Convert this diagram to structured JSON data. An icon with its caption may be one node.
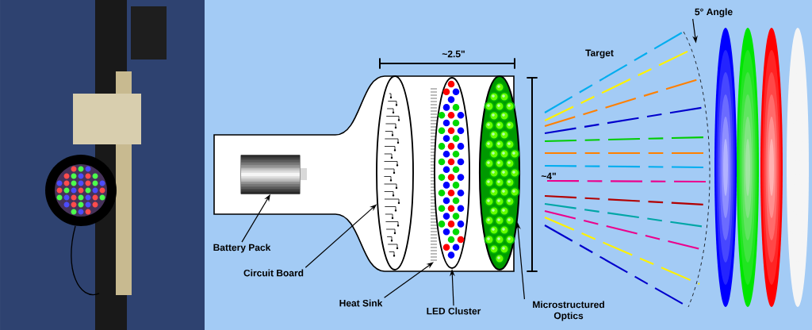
{
  "diagram": {
    "nodes": [
      {
        "text": [
          "Battery Pack"
        ]
      },
      {
        "text": [],
        "shape": "cylinder"
      },
      {
        "text": [
          "Circuit Board"
        ]
      },
      {
        "text": [],
        "shape": "picture"
      },
      {
        "text": [
          "Heat Sink"
        ]
      },
      {
        "text": [],
        "shape": "picture"
      },
      {
        "text": [
          "LED Cluster"
        ]
      },
      {
        "text": [],
        "shape": "picture"
      },
      {
        "text": [
          "Microstructured Optics"
        ]
      },
      {
        "text": [],
        "shape": "picture"
      },
      {
        "text": [
          "5° Angle"
        ]
      },
      {
        "text": [],
        "shape": "arc"
      }
    ],
    "edges": [
      {
        "from": 0,
        "to": 1,
        "arrow": "to"
      },
      {
        "from": 2,
        "to": 3,
        "arrow": "to"
      },
      {
        "from": 4,
        "to": 5,
        "arrow": "to"
      },
      {
        "from": 6,
        "to": 7,
        "arrow": "to"
      },
      {
        "from": 8,
        "to": 9,
        "arrow": "to"
      },
      {
        "from": 10,
        "to": 11,
        "arrow": "to"
      }
    ],
    "labels": [
      "~2.5\"",
      "~4\"",
      "Target"
    ]
  }
}
